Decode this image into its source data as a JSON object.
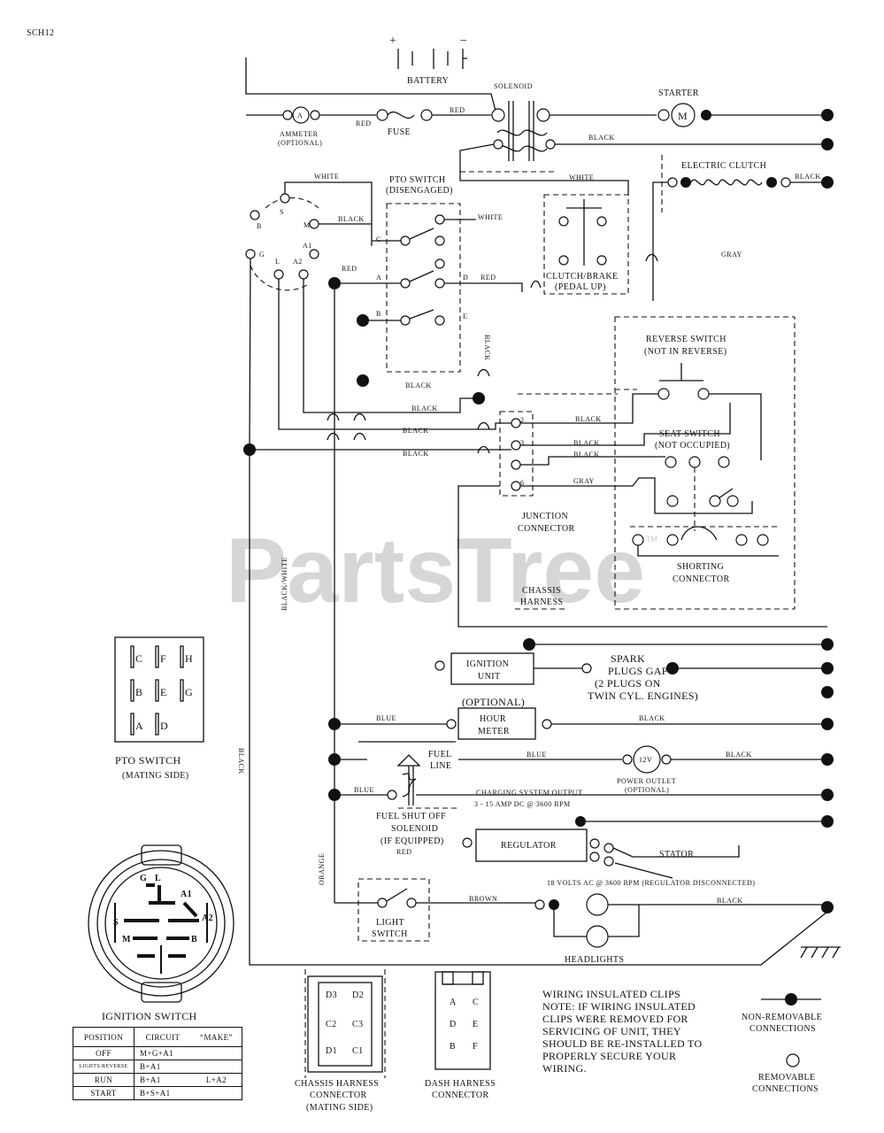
{
  "header": {
    "code": "SCH12"
  },
  "watermark": {
    "text": "PartsTree",
    "trademark": "TM"
  },
  "components": {
    "battery": "BATTERY",
    "battery_plus": "+",
    "battery_minus": "−",
    "solenoid": "SOLENOID",
    "starter": "STARTER",
    "starter_motor": "M",
    "ammeter": "AMMETER",
    "ammeter_optional": "(OPTIONAL)",
    "ammeter_symbol": "A",
    "fuse": "FUSE",
    "electric_clutch": "ELECTRIC CLUTCH",
    "pto_switch": "PTO SWITCH",
    "pto_switch_sub": "(DISENGAGED)",
    "clutch_brake": "CLUTCH/BRAKE",
    "clutch_brake_sub": "(PEDAL UP)",
    "reverse_switch": "REVERSE SWITCH",
    "reverse_switch_sub": "(NOT IN REVERSE)",
    "seat_switch": "SEAT SWITCH",
    "seat_switch_sub": "(NOT OCCUPIED)",
    "junction_connector_1": "JUNCTION",
    "junction_connector_2": "CONNECTOR",
    "shorting_connector_1": "SHORTING",
    "shorting_connector_2": "CONNECTOR",
    "chassis_harness_1": "CHASSIS",
    "chassis_harness_2": "HARNESS",
    "ignition_unit_1": "IGNITION",
    "ignition_unit_2": "UNIT",
    "spark_plugs_1": "SPARK",
    "spark_plugs_2": "PLUGS GAP",
    "spark_plugs_3": "(2 PLUGS ON",
    "spark_plugs_4": "TWIN CYL. ENGINES)",
    "hour_meter_optional": "(OPTIONAL)",
    "hour_meter_1": "HOUR",
    "hour_meter_2": "METER",
    "fuel_line_1": "FUEL",
    "fuel_line_2": "LINE",
    "power_outlet_symbol": "12V",
    "power_outlet": "POWER OUTLET",
    "power_outlet_optional": "(OPTIONAL)",
    "fuel_solenoid_1": "FUEL SHUT OFF",
    "fuel_solenoid_2": "SOLENOID",
    "fuel_solenoid_3": "(IF EQUIPPED)",
    "charging_output_1": "CHARGING SYSTEM OUTPUT",
    "charging_output_2": "3 - 15 AMP DC @ 3600 RPM",
    "regulator": "REGULATOR",
    "stator": "STATOR",
    "ac_note": "18 VOLTS AC @ 3600 RPM (REGULATOR DISCONNECTED)",
    "light_switch_1": "LIGHT",
    "light_switch_2": "SWITCH",
    "headlights": "HEADLIGHTS"
  },
  "wire_colors": {
    "red": "RED",
    "black": "BLACK",
    "white": "WHITE",
    "gray": "GRAY",
    "blue": "BLUE",
    "orange": "ORANGE",
    "brown": "BROWN",
    "black_white": "BLACK/WHITE"
  },
  "terminals": {
    "ign_s": "S",
    "ign_m": "M",
    "ign_b": "B",
    "ign_a1": "A1",
    "ign_g": "G",
    "ign_l": "L",
    "ign_a2": "A2",
    "pto_c": "C",
    "pto_a": "A",
    "pto_b": "B",
    "pto_d": "D",
    "pto_e": "E",
    "jc_2": "2",
    "jc_3": "3",
    "jc_6": "6"
  },
  "pto_mating": {
    "title": "PTO SWITCH",
    "subtitle": "(MATING SIDE)",
    "rows": [
      [
        "C",
        "F",
        "H"
      ],
      [
        "B",
        "E",
        "G"
      ],
      [
        "A",
        "D"
      ]
    ]
  },
  "ignition_switch": {
    "title": "IGNITION SWITCH",
    "labels": {
      "g": "G",
      "l": "L",
      "a1": "A1",
      "s": "S",
      "a2": "A2",
      "m": "M",
      "b": "B"
    },
    "table": {
      "headers": [
        "POSITION",
        "CIRCUIT",
        "“MAKE”"
      ],
      "rows": [
        [
          "OFF",
          "M+G+A1",
          ""
        ],
        [
          "LIGHTS/REVERSE",
          "B+A1",
          ""
        ],
        [
          "RUN",
          "B+A1",
          "L+A2"
        ],
        [
          "START",
          "B+S+A1",
          ""
        ]
      ]
    }
  },
  "chassis_connector": {
    "pins": [
      "D3",
      "C2",
      "C3",
      "C1",
      "D1",
      "D2"
    ],
    "caption": [
      "CHASSIS HARNESS",
      "CONNECTOR",
      "(MATING SIDE)"
    ]
  },
  "dash_connector": {
    "pins": [
      "A",
      "C",
      "D",
      "E",
      "B",
      "F"
    ],
    "caption": [
      "DASH HARNESS",
      "CONNECTOR"
    ]
  },
  "notes": {
    "lines": [
      "WIRING INSULATED CLIPS",
      "NOTE: IF WIRING INSULATED",
      "CLIPS WERE REMOVED FOR",
      "SERVICING OF UNIT, THEY",
      "SHOULD BE RE-INSTALLED TO",
      "PROPERLY SECURE YOUR",
      "WIRING."
    ]
  },
  "legend": {
    "non_removable_1": "NON-REMOVABLE",
    "non_removable_2": "CONNECTIONS",
    "removable_1": "REMOVABLE",
    "removable_2": "CONNECTIONS"
  }
}
